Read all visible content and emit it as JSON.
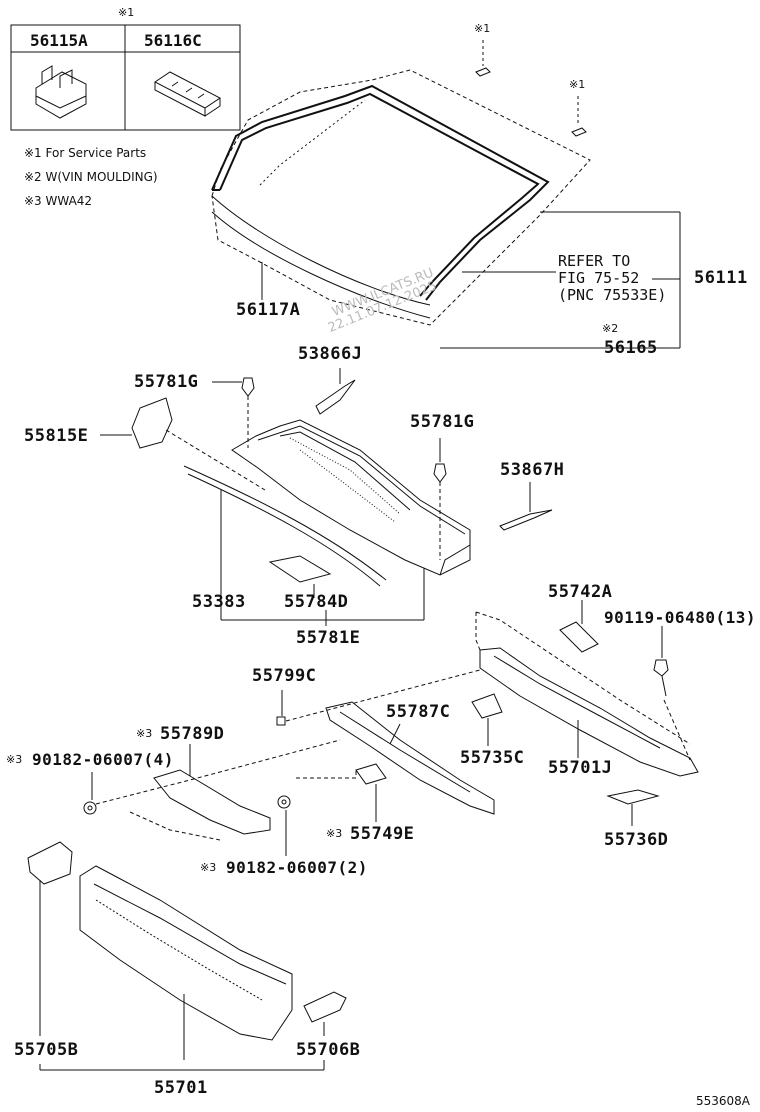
{
  "header_mark": "※1",
  "inset_parts": [
    "56115A",
    "56116C"
  ],
  "notes": [
    "※1 For Service Parts",
    "※2 W(VIN MOULDING)",
    "※3 WWA42"
  ],
  "service_marks": [
    "※1",
    "※1"
  ],
  "refer": {
    "line1": "REFER TO",
    "line2": "FIG 75-52",
    "line3": "(PNC 75533E)"
  },
  "parts": {
    "p56111": "56111",
    "p56117A": "56117A",
    "p56165": "56165",
    "p56165_mark": "※2",
    "p53866J": "53866J",
    "p55781G_a": "55781G",
    "p55815E": "55815E",
    "p55781G_b": "55781G",
    "p53867H": "53867H",
    "p53383": "53383",
    "p55784D": "55784D",
    "p55781E": "55781E",
    "p55742A": "55742A",
    "p90119": "90119-06480(13)",
    "p55799C": "55799C",
    "p55787C": "55787C",
    "p55789D": "55789D",
    "p55789D_mark": "※3",
    "p90182_4": "90182-06007(4)",
    "p90182_4_mark": "※3",
    "p55735C": "55735C",
    "p55701J": "55701J",
    "p55749E": "55749E",
    "p55749E_mark": "※3",
    "p90182_2": "90182-06007(2)",
    "p90182_2_mark": "※3",
    "p55736D": "55736D",
    "p55705B": "55705B",
    "p55706B": "55706B",
    "p55701": "55701"
  },
  "watermark": {
    "line1": "WWW.ILCATS.RU",
    "line2": "22.11.07.12.2025"
  },
  "diagram_code": "553608A"
}
